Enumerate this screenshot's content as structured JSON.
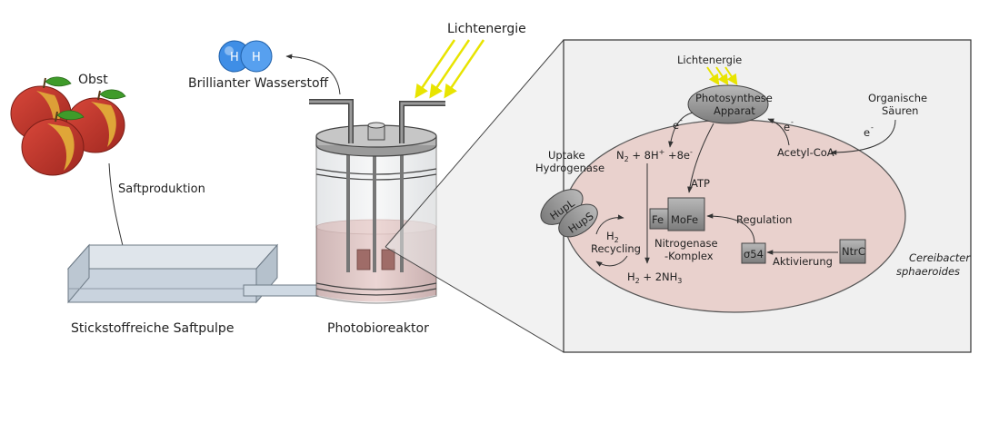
{
  "labels": {
    "obst": "Obst",
    "saftproduktion": "Saftproduktion",
    "pulpe": "Stickstoffreiche Saftpulpe",
    "reaktor": "Photobioreaktor",
    "wasserstoff": "Brillianter Wasserstoff",
    "h_left": "H",
    "h_right": "H",
    "licht_main": "Lichtenergie",
    "licht_cell": "Lichtenergie",
    "photo_line1": "Photosynthese",
    "photo_line2": "Apparat",
    "organische_line1": "Organische",
    "organische_line2": "Säuren",
    "e_organic": "e",
    "e_acetyl": "e",
    "e_n2": "e",
    "minus_sign": "-",
    "acetyl": "Acetyl-CoA",
    "n2_eq": "N",
    "n2_sub": "2",
    "n2_rest": " + 8H",
    "n2_plus": "+",
    "n2_e": " +8e",
    "n2_minus": "-",
    "atp": "ATP",
    "uptake_line1": "Uptake",
    "uptake_line2": "Hydrogenase",
    "hupl": "HupL",
    "hups": "HupS",
    "fe": "Fe",
    "mofe": "MoFe",
    "nitro_line1": "Nitrogenase",
    "nitro_line2": "-Komplex",
    "h2_label": "H",
    "h2_sub": "2",
    "recycling": "Recycling",
    "products_h": "H",
    "products_sub1": "2",
    "products_mid": " + 2NH",
    "products_sub2": "3",
    "regulation": "Regulation",
    "sigma": "σ54",
    "aktivierung": "Aktivierung",
    "ntrc": "NtrC",
    "organism_line1": "Cereibacter",
    "organism_line2": "sphaeroides"
  },
  "colors": {
    "apple_red": "#c9352a",
    "apple_yellow": "#e3b23a",
    "leaf_green": "#3f9b2a",
    "tray_fill": "#c9d3de",
    "pipe_fill": "#cfd9e3",
    "liquid": "#d99a94",
    "glass": "#e6e9ec",
    "lid_grey": "#8c8c8c",
    "h2_blue": "#3f8ee6",
    "light_yellow": "#e8e400",
    "panel_bg": "#f0f0f0",
    "cell_fill": "#e9d1cd",
    "protein_grey": "#8e8e8e"
  }
}
